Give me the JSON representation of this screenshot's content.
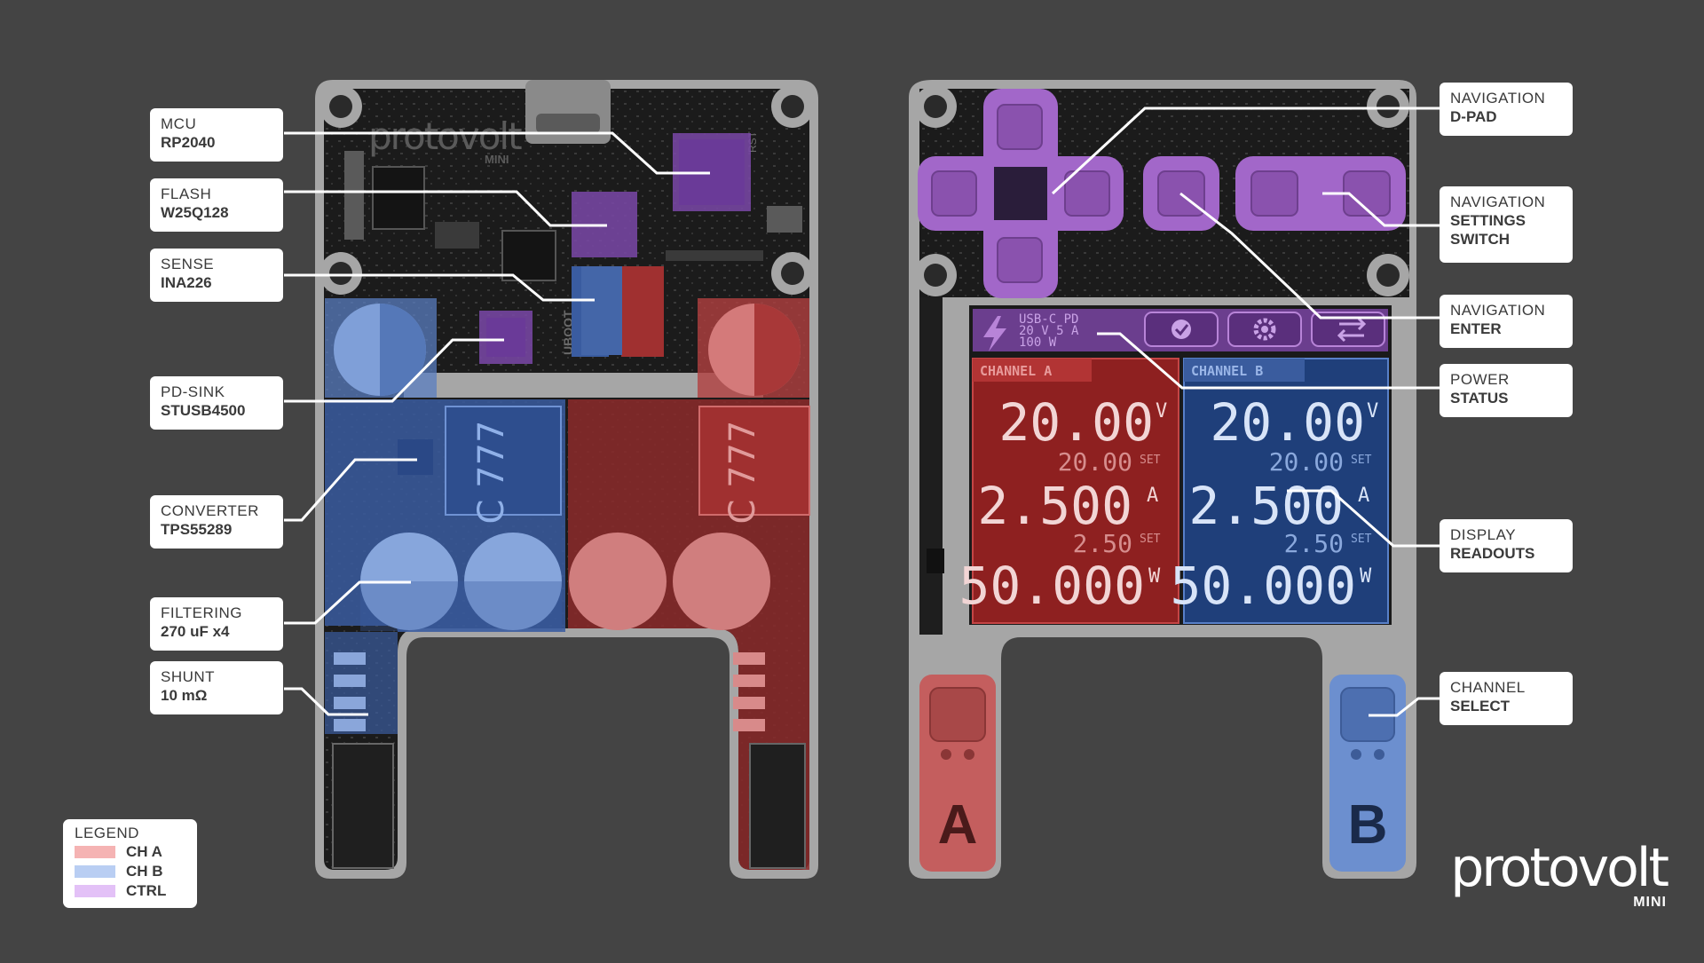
{
  "board": {
    "silk_brand": "protovolt",
    "silk_sub": "MINI",
    "silk_rst": "RST",
    "silk_uboot": "UBOOT",
    "inductor_a": "C 777",
    "inductor_b": "C 777"
  },
  "callouts": {
    "mcu": {
      "l1": "MCU",
      "l2": "RP2040"
    },
    "flash": {
      "l1": "FLASH",
      "l2": "W25Q128"
    },
    "sense": {
      "l1": "SENSE",
      "l2": "INA226"
    },
    "pdsink": {
      "l1": "PD-SINK",
      "l2": "STUSB4500"
    },
    "converter": {
      "l1": "CONVERTER",
      "l2": "TPS55289"
    },
    "filtering": {
      "l1": "FILTERING",
      "l2": "270 uF x4"
    },
    "shunt": {
      "l1": "SHUNT",
      "l2": "10 mΩ"
    },
    "dpad": {
      "l1": "NAVIGATION",
      "l2": "D-PAD"
    },
    "settings": {
      "l1": "NAVIGATION",
      "l2": "SETTINGS",
      "l3": "SWITCH"
    },
    "enter": {
      "l1": "NAVIGATION",
      "l2": "ENTER"
    },
    "power": {
      "l1": "POWER",
      "l2": "STATUS"
    },
    "display": {
      "l1": "DISPLAY",
      "l2": "READOUTS"
    },
    "channel": {
      "l1": "CHANNEL",
      "l2": "SELECT"
    }
  },
  "legend": {
    "title": "LEGEND",
    "items": [
      {
        "label": "CH A",
        "color": "#f5b3b3"
      },
      {
        "label": "CH B",
        "color": "#b9cef3"
      },
      {
        "label": "CTRL",
        "color": "#e3c1f7"
      }
    ]
  },
  "screen": {
    "power_l1": "USB-C PD",
    "power_l2": "20 V  5 A",
    "power_l3": "100 W",
    "channel_a": {
      "title": "CHANNEL A",
      "voltage": "20.00",
      "voltage_set": "20.00",
      "voltage_unit": "V",
      "current": "2.500",
      "current_set": "2.50",
      "current_unit": "A",
      "power": "50.000",
      "power_unit": "W",
      "set_label": "SET"
    },
    "channel_b": {
      "title": "CHANNEL B",
      "voltage": "20.00",
      "voltage_set": "20.00",
      "voltage_unit": "V",
      "current": "2.500",
      "current_set": "2.50",
      "current_unit": "A",
      "power": "50.000",
      "power_unit": "W",
      "set_label": "SET"
    }
  },
  "buttons": {
    "a": "A",
    "b": "B"
  },
  "brand": {
    "name": "protovolt",
    "sub": "MINI"
  },
  "colors": {
    "background": "#444444",
    "ch_a": "#c0393b",
    "ch_b": "#3f64b0",
    "ctrl": "#a064c8"
  }
}
